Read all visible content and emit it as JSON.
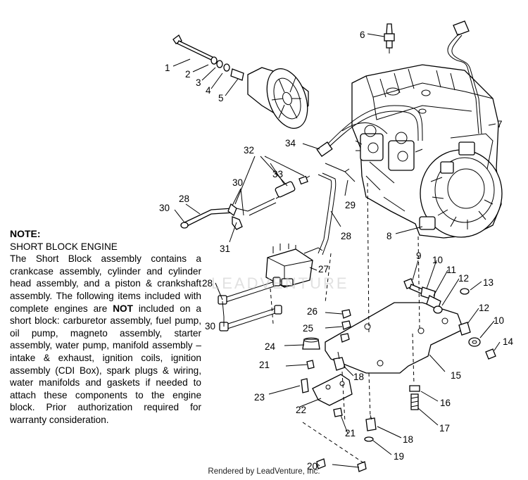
{
  "note": {
    "heading": "NOTE:",
    "subheading": "SHORT BLOCK ENGINE",
    "body_pre": "The Short Block assembly contains a crankcase assembly, cylinder and cylinder head assembly, and a piston & crankshaft assembly. The following items included with complete engines are ",
    "body_bold": "NOT",
    "body_post": " included on a short block: carburetor assembly, fuel pump, oil pump, magneto assembly, starter assembly, water pump, manifold assembly – intake & exhaust, ignition coils, ignition assembly (CDI Box), spark plugs & wiring, water manifolds and gaskets if needed to attach these components to the engine block. Prior authorization required for warranty consideration."
  },
  "callouts": [
    "1",
    "2",
    "3",
    "4",
    "5",
    "6",
    "7",
    "8",
    "9",
    "10",
    "11",
    "12",
    "13",
    "12",
    "10",
    "14",
    "15",
    "16",
    "17",
    "18",
    "19",
    "18",
    "20",
    "21",
    "21",
    "22",
    "23",
    "24",
    "25",
    "26",
    "27",
    "28",
    "28",
    "29",
    "30",
    "30",
    "30",
    "31",
    "32",
    "33",
    "34"
  ],
  "watermark": "LEADVENTURE",
  "footer": "Rendered by LeadVenture, Inc."
}
